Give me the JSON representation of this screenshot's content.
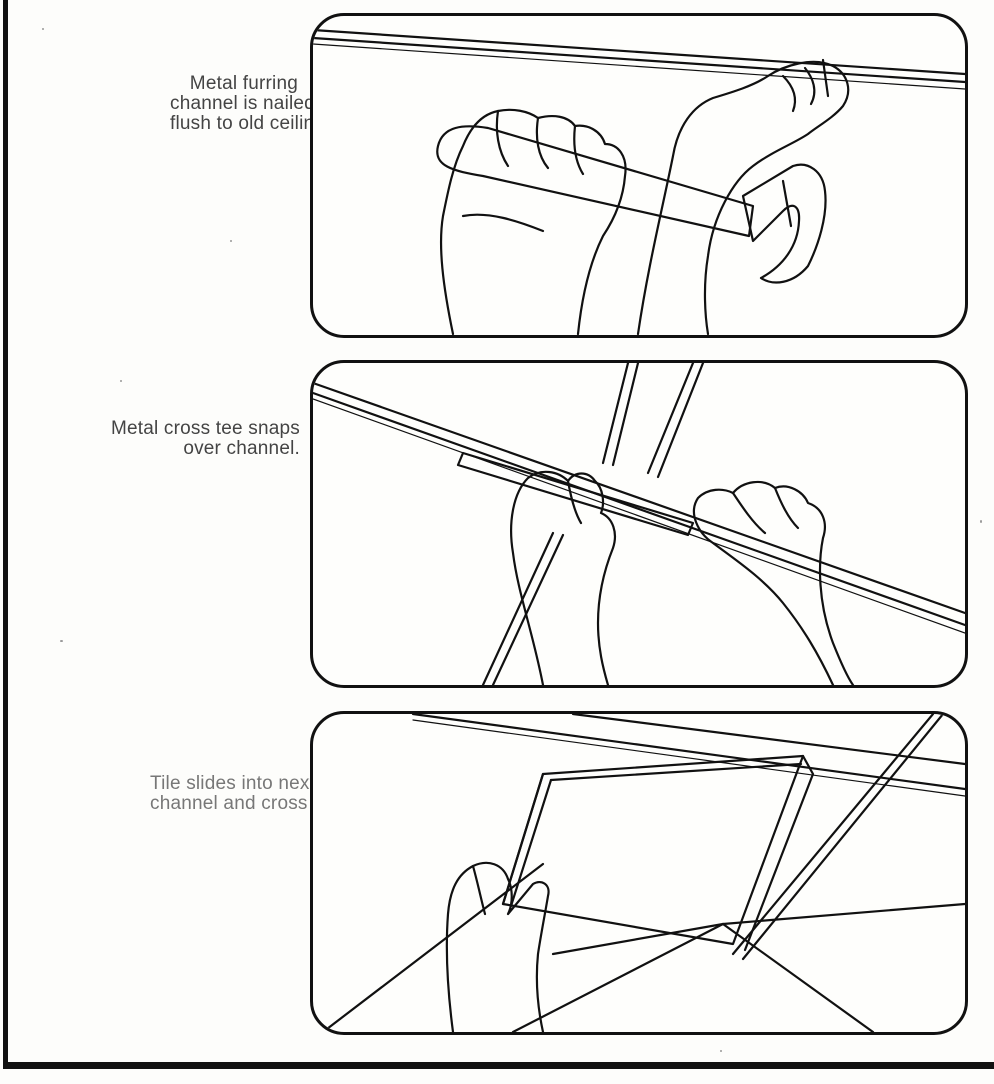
{
  "steps": [
    {
      "caption_lines": [
        "Metal furring",
        "channel is nailed",
        "flush to old ceiling"
      ]
    },
    {
      "caption_lines": [
        "Metal cross tee snaps",
        "over channel."
      ]
    },
    {
      "caption_lines": [
        "Tile slides into next",
        "channel and cross tee"
      ]
    }
  ],
  "colors": {
    "line": "#111111",
    "paper": "#fdfdfb",
    "caption_text": "#444444"
  }
}
